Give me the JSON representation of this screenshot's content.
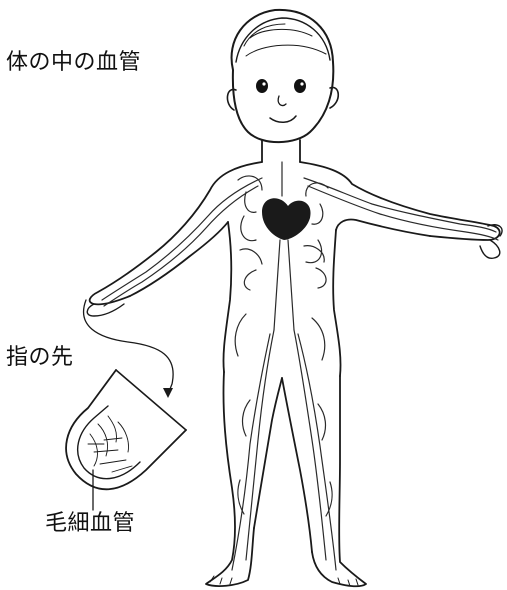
{
  "labels": {
    "body_vessels": "体の中の血管",
    "fingertip": "指の先",
    "capillaries": "毛細血管"
  }
}
